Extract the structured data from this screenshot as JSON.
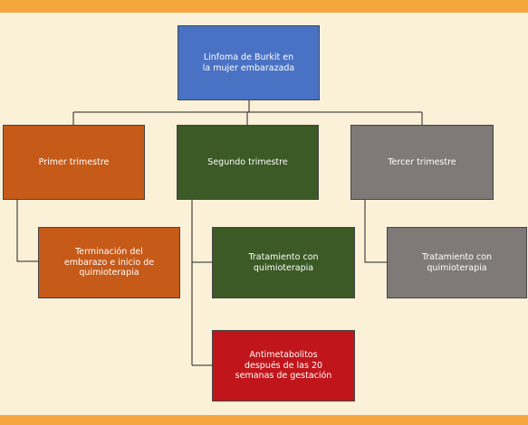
{
  "colors": {
    "background": "#fbf1d8",
    "band": "#f6a63e",
    "root": "#4a72c4",
    "orange": "#c65a19",
    "green": "#3b5a25",
    "gray": "#7f7a77",
    "red": "#c0161b",
    "line": "#222222"
  },
  "nodes": {
    "root": "Linfoma de Burkit en\nla mujer embarazada",
    "first_trimester": "Primer trimestre",
    "second_trimester": "Segundo trimestre",
    "third_trimester": "Tercer trimestre",
    "first_treatment": "Terminación del\nembarazo e inicio de\nquimioterapia",
    "second_treatment": "Tratamiento con\nquimioterapia",
    "third_treatment": "Tratamiento con\nquimioterapia",
    "second_antimetabolites": "Antimetabolitos\ndespués de las 20\nsemanas de gestación"
  }
}
